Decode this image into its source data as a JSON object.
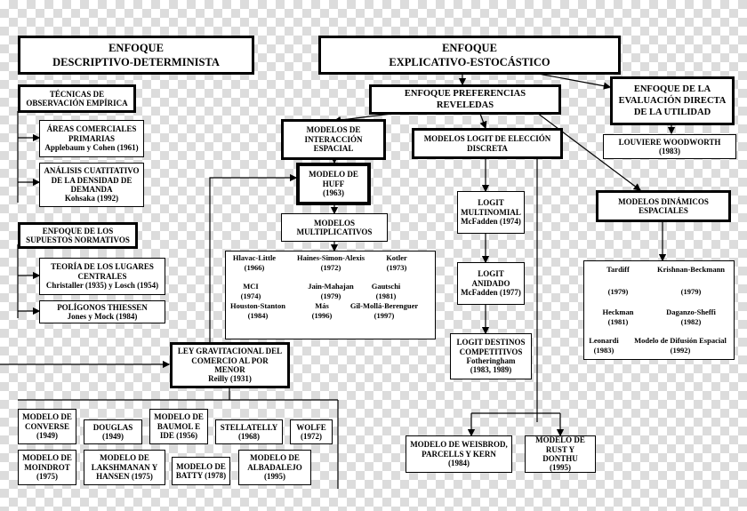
{
  "left_header": {
    "title": "ENFOQUE",
    "subtitle": "DESCRIPTIVO-DETERMINISTA"
  },
  "right_header": {
    "title": "ENFOQUE",
    "subtitle": "EXPLICATIVO-ESTOCÁSTICO"
  },
  "tecnicas": {
    "line1": "TÉCNICAS DE",
    "line2": "OBSERVACIÓN EMPÍRICA"
  },
  "areas": {
    "line1": "ÁREAS COMERCIALES",
    "line2": "PRIMARIAS",
    "ref": "Applebaum y Cohen (1961)"
  },
  "analisis": {
    "line1": "ANÁLISIS CUATITATIVO",
    "line2": "DE LA DENSIDAD DE",
    "line3": "DEMANDA",
    "ref": "Kohsaka (1992)"
  },
  "supuestos": {
    "line1": "ENFOQUE DE LOS",
    "line2": "SUPUESTOS NORMATIVOS"
  },
  "teoria": {
    "line1": "TEORÍA DE LOS LUGARES",
    "line2": "CENTRALES",
    "ref": "Christaller (1935) y Losch (1954)"
  },
  "poligonos": {
    "line1": "POLÍGONOS THIESSEN",
    "ref": "Jones y Mock (1984)"
  },
  "ley": {
    "line1": "LEY GRAVITACIONAL DEL",
    "line2": "COMERCIO AL POR",
    "line3": "MENOR",
    "ref": "Reilly (1931)"
  },
  "preferencias": {
    "line1": "ENFOQUE PREFERENCIAS",
    "line2": "REVELEDAS"
  },
  "evaluacion": {
    "line1": "ENFOQUE DE LA",
    "line2": "EVALUACIÓN DIRECTA",
    "line3": "DE LA UTILIDAD"
  },
  "louviere": {
    "name": "LOUVIERE WOODWORTH",
    "year": "(1983)"
  },
  "interaccion": {
    "line1": "MODELOS DE",
    "line2": "INTERACCIÓN",
    "line3": "ESPACIAL"
  },
  "huff": {
    "line1": "MODELO DE",
    "line2": "HUFF",
    "year": "(1963)"
  },
  "multiplicativos": {
    "line1": "MODELOS",
    "line2": "MULTIPLICATIVOS"
  },
  "logit_discreta": {
    "line1": "MODELOS LOGIT DE ELECCIÓN",
    "line2": "DISCRETA"
  },
  "logit_multinomial": {
    "line1": "LOGIT",
    "line2": "MULTINOMIAL",
    "ref": "McFadden (1974)"
  },
  "logit_anidado": {
    "line1": "LOGIT",
    "line2": "ANIDADO",
    "ref": "McFadden (1977)"
  },
  "logit_destinos": {
    "line1": "LOGIT DESTINOS",
    "line2": "COMPETITIVOS",
    "ref": "Fotheringham",
    "years": "(1983, 1989)"
  },
  "dinamicos": {
    "line1": "MODELOS DINÁMICOS",
    "line2": "ESPACIALES"
  },
  "multi_panel": [
    {
      "name": "Hlavac-Little",
      "year": "(1966)"
    },
    {
      "name": "Haines-Simon-Alexis",
      "year": "(1972)"
    },
    {
      "name": "Kotler",
      "year": "(1973)"
    },
    {
      "name": "MCI",
      "year": "(1974)"
    },
    {
      "name": "Jain-Mahajan",
      "year": "(1979)"
    },
    {
      "name": "Gautschi",
      "year": "(1981)"
    },
    {
      "name": "Houston-Stanton",
      "year": "(1984)"
    },
    {
      "name": "Más",
      "year": "(1996)"
    },
    {
      "name": "Gil-Mollá-Berenguer",
      "year": "(1997)"
    }
  ],
  "din_panel": [
    {
      "name": "Tardiff",
      "year": "(1979)"
    },
    {
      "name": "Krishnan-Beckmann",
      "year": "(1979)"
    },
    {
      "name": "Heckman",
      "year": "(1981)"
    },
    {
      "name": "Daganzo-Sheffi",
      "year": "(1982)"
    },
    {
      "name": "Leonardi",
      "year": "(1983)"
    },
    {
      "name": "Modelo de Difusión Espacial",
      "year": "(1992)"
    }
  ],
  "weisbrod": {
    "line1": "MODELO DE WEISBROD,",
    "line2": "PARCELLS Y KERN",
    "year": "(1984)"
  },
  "rust": {
    "line1": "MODELO DE",
    "line2": "RUST Y DONTHU",
    "year": "(1995)"
  },
  "converse": {
    "line1": "MODELO DE",
    "line2": "CONVERSE",
    "year": "(1949)"
  },
  "douglas": {
    "line1": "DOUGLAS",
    "year": "(1949)"
  },
  "baumol": {
    "line1": "MODELO DE",
    "line2": "BAUMOL E",
    "line3": "IDE (1956)"
  },
  "stellatelly": {
    "line1": "STELLATELLY",
    "year": "(1968)"
  },
  "wolfe": {
    "line1": "WOLFE",
    "year": "(1972)"
  },
  "moindrot": {
    "line1": "MODELO DE",
    "line2": "MOINDROT",
    "year": "(1975)"
  },
  "lakshmanan": {
    "line1": "MODELO DE",
    "line2": "LAKSHMANAN Y",
    "line3": "HANSEN (1975)"
  },
  "batty": {
    "line1": "MODELO DE",
    "line2": "BATTY (1978)"
  },
  "albadalejo": {
    "line1": "MODELO DE",
    "line2": "ALBADALEJO",
    "year": "(1995)"
  }
}
